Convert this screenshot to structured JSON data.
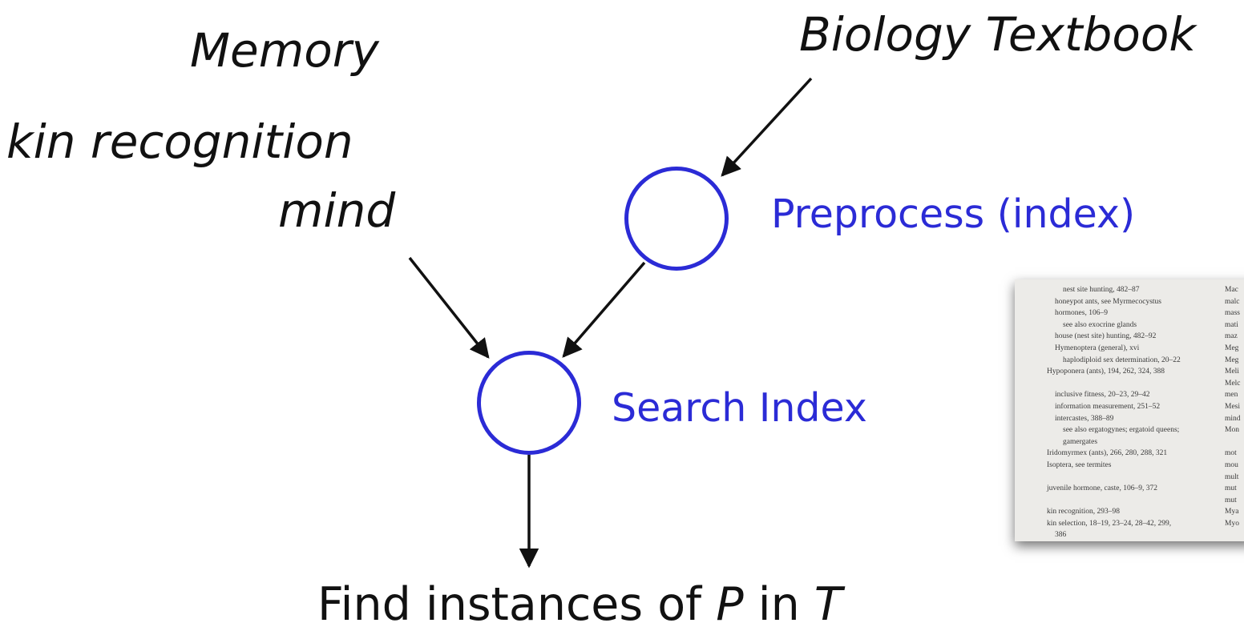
{
  "labels": {
    "memory": "Memory",
    "kin_recognition": "kin recognition",
    "mind": "mind",
    "biology_textbook": "Biology Textbook",
    "preprocess": "Preprocess (index)",
    "search_index": "Search Index",
    "find_prefix": "Find instances of ",
    "find_p": "P",
    "find_in": " in ",
    "find_t": "T"
  },
  "colors": {
    "accent_blue": "#2b2bd6",
    "text": "#111111"
  },
  "index_photo": {
    "left_column": [
      {
        "text": "nest site hunting, 482–87",
        "indent": 2
      },
      {
        "text": "honeypot ants, see Myrmecocystus",
        "indent": 1
      },
      {
        "text": "hormones, 106–9",
        "indent": 1
      },
      {
        "text": "see also exocrine glands",
        "indent": 2
      },
      {
        "text": "house (nest site) hunting, 482–92",
        "indent": 1
      },
      {
        "text": "Hymenoptera (general), xvi",
        "indent": 1
      },
      {
        "text": "haplodiploid sex determination, 20–22",
        "indent": 2
      },
      {
        "text": "Hypoponera (ants), 194, 262, 324, 388",
        "indent": 0
      },
      {
        "text": "",
        "indent": 0
      },
      {
        "text": "inclusive fitness, 20–23, 29–42",
        "indent": 1
      },
      {
        "text": "information measurement, 251–52",
        "indent": 1
      },
      {
        "text": "intercastes, 388–89",
        "indent": 1
      },
      {
        "text": "see also ergatogynes; ergatoid queens;",
        "indent": 2
      },
      {
        "text": "gamergates",
        "indent": 2
      },
      {
        "text": "Iridomyrmex (ants), 266, 280, 288, 321",
        "indent": 0
      },
      {
        "text": "Isoptera, see termites",
        "indent": 0
      },
      {
        "text": "",
        "indent": 0
      },
      {
        "text": "juvenile hormone, caste, 106–9, 372",
        "indent": 0
      },
      {
        "text": "",
        "indent": 0
      },
      {
        "text": "kin recognition, 293–98",
        "indent": 0
      },
      {
        "text": "kin selection, 18–19, 23–24, 28–42, 299,",
        "indent": 0
      },
      {
        "text": "386",
        "indent": 1
      }
    ],
    "right_column": [
      "Mac",
      "malc",
      "mass",
      "mati",
      "maz",
      "Meg",
      "Meg",
      "Meli",
      "Melc",
      "men",
      "Mesi",
      "mind",
      "Mon",
      "",
      "mot",
      "mou",
      "mult",
      "mut",
      "mut",
      "Mya",
      "Myo"
    ]
  }
}
